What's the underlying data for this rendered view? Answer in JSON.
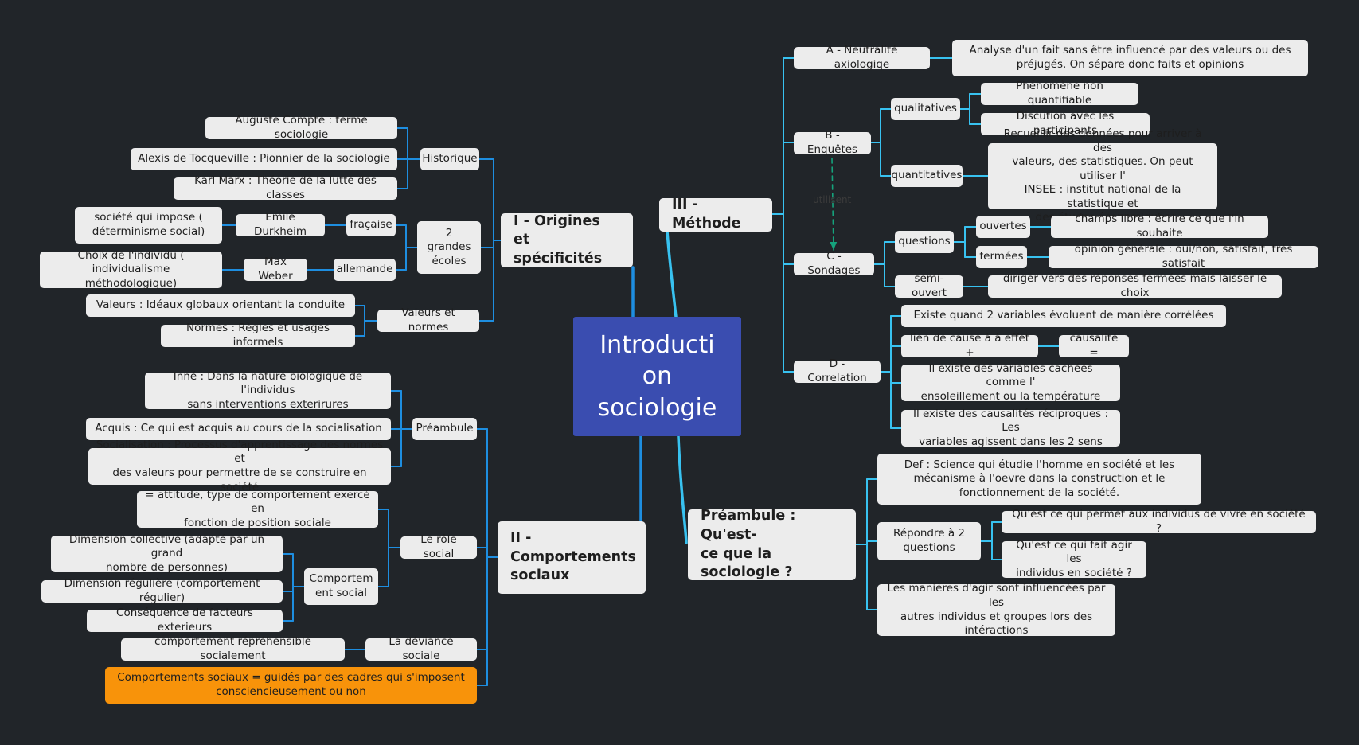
{
  "center": "Introducti\non\nsociologie",
  "branches": {
    "origines": {
      "title": "I - Origines et\nspécificités",
      "historique": {
        "label": "Historique",
        "items": [
          "Auguste Compte : terme sociologie",
          "Alexis de Tocqueville : Pionnier de la sociologie",
          "Karl Marx : Théorie de la lutte des classes"
        ]
      },
      "ecoles": {
        "label": "2\ngrandes\nécoles",
        "francaise": {
          "label": "fraçaise",
          "author": "Emile Durkheim",
          "idea": "société qui impose (\ndéterminisme social)"
        },
        "allemande": {
          "label": "allemande",
          "author": "Max Weber",
          "idea": "Choix de l'individu (\nindividualisme méthodologique)"
        }
      },
      "valeurs": {
        "label": "Valeurs et normes",
        "items": [
          "Valeurs : Idéaux globaux orientant la conduite",
          "Normes : Règles et usages informels"
        ]
      }
    },
    "comportements": {
      "title": "II -\nComportements\nsociaux",
      "preambule": {
        "label": "Préambule",
        "items": [
          "Inné : Dans la nature biologique de l'individus\nsans interventions exterirures",
          "Acquis : Ce qui est acquis au cours de la socialisation",
          "Socialisation : Processus d'apprentissage des normes et\ndes valeurs pour permettre de se construire en société"
        ]
      },
      "role": {
        "label": "Le rôle social",
        "definition": "= attitude, type de comportement exercé en\nfonction de position sociale",
        "comportement": {
          "label": "Comportem\nent social",
          "items": [
            "Dimension collective (adapté par un grand\nnombre de personnes)",
            "Dimension régulière (comportement régulier)",
            "Conséquence de facteurs exterieurs"
          ]
        }
      },
      "deviance": {
        "label": "La déviance sociale",
        "item": "comportement répréhensible socialement"
      },
      "summary": "Comportements sociaux = guidés par des cadres qui s'imposent\nconsciencieusement ou non"
    },
    "methode": {
      "title": "III - Méthode",
      "neutralite": {
        "label": "A - Neutralité axiologiqe",
        "item": "Analyse d'un fait sans être influencé par des valeurs ou des\npréjugés. On sépare donc faits et opinions"
      },
      "enquetes": {
        "label": "B - Enquêtes",
        "qualitatives": {
          "label": "qualitatives",
          "items": [
            "Phénomène non quantifiable",
            "Discution avec les participants"
          ]
        },
        "quantitatives": {
          "label": "quantitatives",
          "item": "Recueillir des données pour arriver à des\nvaleurs, des statistiques. On peut utiliser l'\nINSEE : institut national de la statistique et\ndes études économiques"
        }
      },
      "relation_label": "utilisent",
      "sondages": {
        "label": "C - Sondages",
        "questions": {
          "label": "questions",
          "ouvertes": {
            "label": "ouvertes",
            "item": "champs libre : écrire ce que l'in souhaite"
          },
          "fermees": {
            "label": "fermées",
            "item": "opinion générale : oui/non, satisfait, très satisfait"
          }
        },
        "semi": {
          "label": "semi-ouvert",
          "item": "diriger vers des réponses fermées mais laisser le choix"
        }
      },
      "correlation": {
        "label": "D - Correlation",
        "items": [
          "Existe quand 2 variables évoluent de manière corrélées",
          "lien de cause à à effet +",
          "Il existe des variables cachées comme l'\nensoleillement ou la température",
          "Il existe des causalités réciproques : Les\nvariables agissent dans les 2 sens"
        ],
        "causalite": "causalité ="
      }
    },
    "preambule_main": {
      "title": "Préambule : Qu'est-\nce que la\nsociologie ?",
      "definition": "Def : Science qui étudie l'homme en société et les\nmécanisme à l'oevre dans la construction et le\nfonctionnement de la société.",
      "repondre": {
        "label": "Répondre à 2\nquestions",
        "items": [
          "Qu'est ce qui permet aux individus de vivre en société ?",
          "Qu'est ce qui fait agir les\nindividus en société ?"
        ]
      },
      "manieres": "Les manières d'agir sont influencées par les\nautres individus et groupes lors des\nintéractions"
    }
  },
  "colors": {
    "background": "#212529",
    "node": "#ececec",
    "center": "#3a4db0",
    "highlight": "#f8930a",
    "link_left": "#1e8ee0",
    "link_right": "#38c2f0",
    "relation": "#15a37c"
  }
}
